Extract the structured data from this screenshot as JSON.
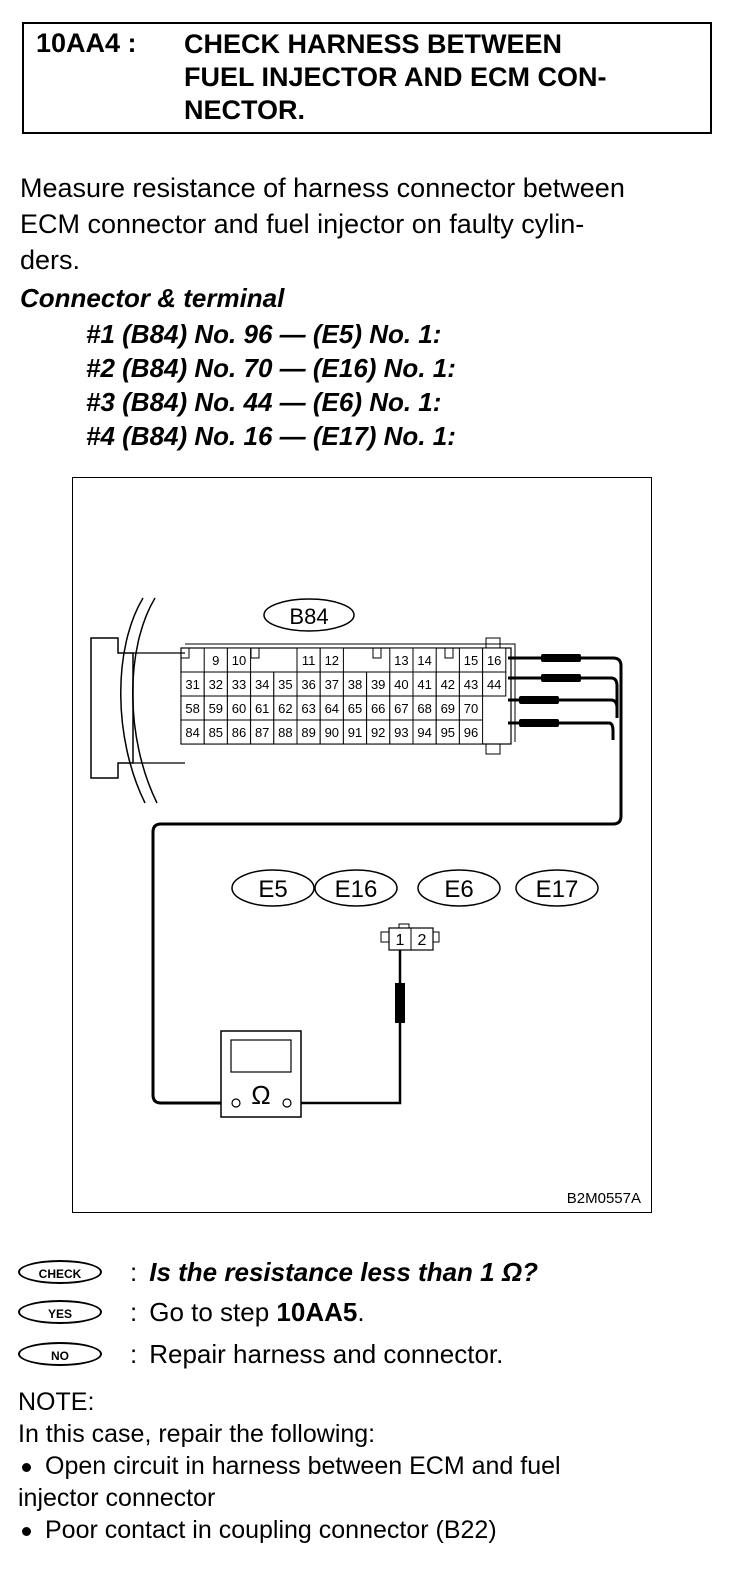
{
  "step": {
    "id": "10AA4 :",
    "title_lines": [
      "CHECK HARNESS BETWEEN",
      "FUEL INJECTOR AND ECM CON-",
      "NECTOR."
    ]
  },
  "intro_lines": [
    "Measure resistance of harness connector between",
    "ECM connector and fuel injector on faulty cylin-",
    "ders."
  ],
  "connector_terminal": {
    "heading": "Connector & terminal",
    "items": [
      "#1 (B84) No. 96 — (E5) No. 1:",
      "#2 (B84) No. 70 — (E16) No. 1:",
      "#3 (B84) No. 44 — (E6) No. 1:",
      "#4 (B84) No. 16 — (E17) No. 1:"
    ]
  },
  "figure": {
    "ecm_label": "B84",
    "ecm_rows": [
      [
        "",
        "9",
        "10",
        "",
        "",
        "11",
        "12",
        "",
        "",
        "13",
        "14",
        "",
        "15",
        "16"
      ],
      [
        "31",
        "32",
        "33",
        "34",
        "35",
        "36",
        "37",
        "38",
        "39",
        "40",
        "41",
        "42",
        "43",
        "44"
      ],
      [
        "58",
        "59",
        "60",
        "61",
        "62",
        "63",
        "64",
        "65",
        "66",
        "67",
        "68",
        "69",
        "70",
        ""
      ],
      [
        "84",
        "85",
        "86",
        "87",
        "88",
        "89",
        "90",
        "91",
        "92",
        "93",
        "94",
        "95",
        "96",
        ""
      ]
    ],
    "injector_labels": [
      "E5",
      "E16",
      "E6",
      "E17"
    ],
    "injector_pins": [
      "1",
      "2"
    ],
    "meter_symbol": "Ω",
    "figure_code": "B2M0557A"
  },
  "answers": {
    "check": {
      "badge": "CHECK",
      "text": "Is the resistance less than 1 Ω?"
    },
    "yes": {
      "badge": "YES",
      "prefix": "Go to step ",
      "step": "10AA5",
      "suffix": "."
    },
    "no": {
      "badge": "NO",
      "text": "Repair harness and connector."
    }
  },
  "note": {
    "label": "NOTE:",
    "intro": "In this case, repair the following:",
    "bullet1_line1": "Open circuit in harness between ECM and fuel",
    "bullet1_line2": "injector connector",
    "bullet2": "Poor contact in coupling connector (B22)"
  }
}
